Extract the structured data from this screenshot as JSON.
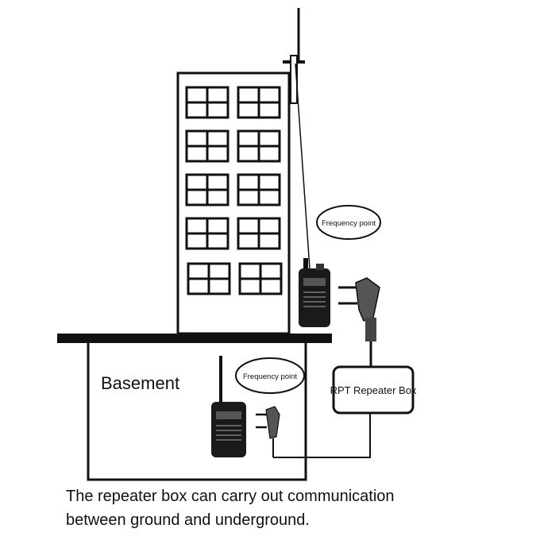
{
  "labels": {
    "frequency_point_top": "Frequency point",
    "frequency_point_bottom": "Frequency point",
    "repeater_box": "RPT Repeater Box",
    "basement": "Basement"
  },
  "caption": {
    "line1": "The repeater box can carry out communication",
    "line2": "between ground and underground."
  },
  "colors": {
    "ink": "#111111",
    "background": "#ffffff"
  },
  "icons": {
    "radio": "walkie-talkie-icon",
    "connector": "headset-plug-icon",
    "antenna": "antenna-icon"
  }
}
